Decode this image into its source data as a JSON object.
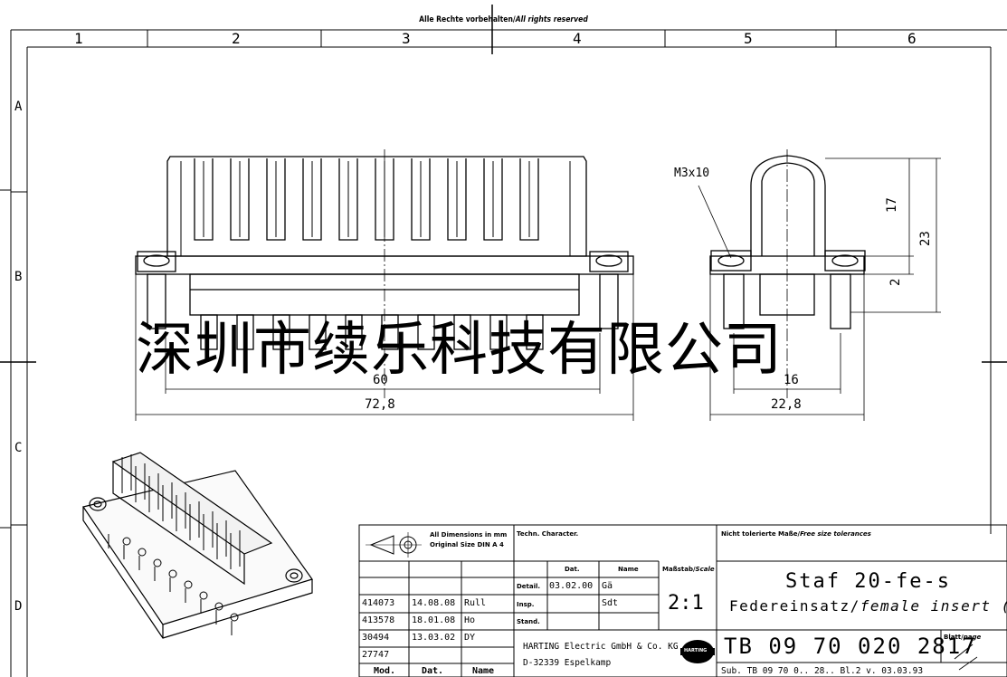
{
  "header": {
    "rights_de": "Alle Rechte vorbehalten/",
    "rights_en": "All rights reserved"
  },
  "frame": {
    "columns": [
      "1",
      "2",
      "3",
      "4",
      "5",
      "6"
    ],
    "rows": [
      "A",
      "B",
      "C",
      "D"
    ]
  },
  "dimensions": {
    "width_front": "72,8",
    "width_inner": "60",
    "width_side": "22,8",
    "side_inner": "16",
    "height_17": "17",
    "height_23": "23",
    "height_2": "2",
    "screw": "M3x10"
  },
  "watermark": "深圳市续乐科技有限公司",
  "title_block": {
    "dims_note_1": "All Dimensions in mm",
    "dims_note_2": "Original Size DIN A 4",
    "techn_char": "Techn. Character.",
    "tolerance_de": "Nicht tolerierte Maße/",
    "tolerance_en": "Free size tolerances",
    "col_dat": "Dat.",
    "col_name": "Name",
    "scale_label_de": "Maßstab/",
    "scale_label_en": "Scale",
    "row_detail": "Detail.",
    "detail_date": "03.02.00",
    "detail_name": "Gä",
    "row_insp": "Insp.",
    "insp_name": "Sdt",
    "row_stand": "Stand.",
    "scale_value": "2:1",
    "title": "Staf 20-fe-s",
    "subtitle_de": "Federeinsatz/",
    "subtitle_en": "female insert (M)",
    "company_1": "HARTING Electric GmbH & Co. KG",
    "company_2": "D-32339 Espelkamp",
    "part_number": "TB 09 70 020 2817",
    "sheet_label_de": "Blatt/",
    "sheet_label_en": "page",
    "sub_line": "Sub. TB 09 70 0.. 28.. Bl.2 v. 03.03.93",
    "revisions": [
      {
        "mod": "414073",
        "date": "14.08.08",
        "name": "Rull"
      },
      {
        "mod": "413578",
        "date": "18.01.08",
        "name": "Ho"
      },
      {
        "mod": "30494",
        "date": "13.03.02",
        "name": "DY"
      },
      {
        "mod": "27747",
        "date": "",
        "name": ""
      }
    ],
    "rev_head_mod": "Mod.",
    "rev_head_dat": "Dat.",
    "rev_head_name": "Name"
  },
  "logo_text": "HARTING"
}
